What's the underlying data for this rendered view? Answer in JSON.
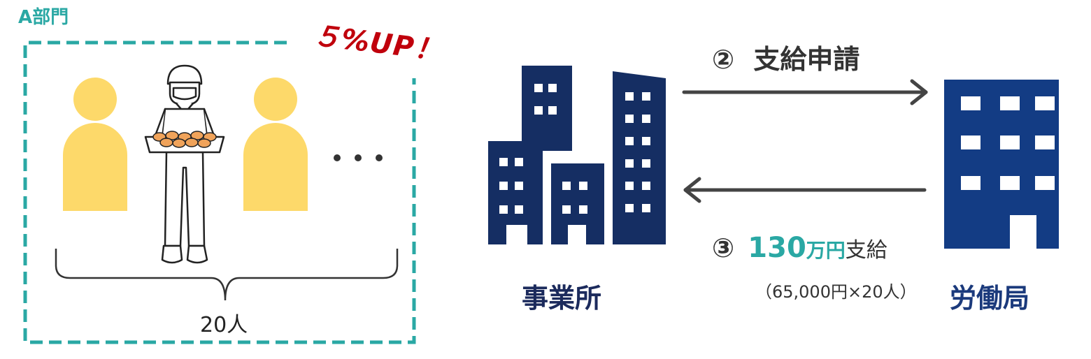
{
  "department": {
    "label": "A部門",
    "headcount": "20人"
  },
  "badge": {
    "text": "５%UP！"
  },
  "office": {
    "label": "事業所"
  },
  "bureau": {
    "label": "労働局"
  },
  "step2": {
    "marker": "②",
    "text": "支給申請"
  },
  "step3": {
    "marker": "③",
    "amount": "130",
    "unit": "万円",
    "action": "支給",
    "calculation": "（65,000円×20人）"
  },
  "colors": {
    "teal": "#2aa8a4",
    "navy": "#152e63",
    "bureau_blue": "#133c84",
    "person_yellow": "#fdd96a",
    "up_red": "#c0000c",
    "arrow": "#444444"
  },
  "icons": [
    "person-silhouette-icon",
    "worker-with-tray-icon",
    "ellipsis-icon",
    "office-buildings-icon",
    "labor-bureau-building-icon",
    "right-arrow-icon",
    "left-arrow-icon"
  ]
}
